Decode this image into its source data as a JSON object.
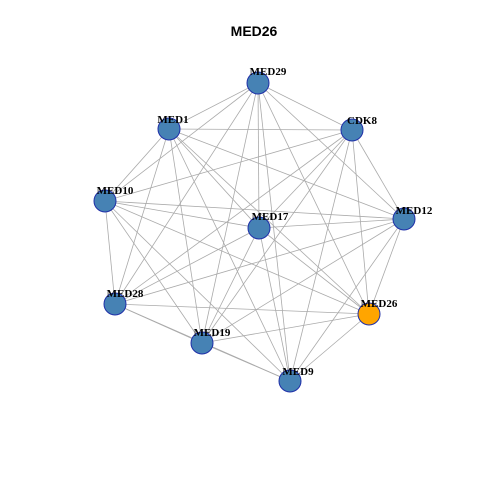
{
  "graph": {
    "title": "MED26",
    "node_color": "#4682B4",
    "node_stroke": "#1f2fa8",
    "highlight_color": "#FFA500",
    "edge_color": "#aaaaaa",
    "nodes": [
      {
        "id": "MED29",
        "label": "MED29",
        "highlight": false
      },
      {
        "id": "CDK8",
        "label": "CDK8",
        "highlight": false
      },
      {
        "id": "MED1",
        "label": "MED1",
        "highlight": false
      },
      {
        "id": "MED10",
        "label": "MED10",
        "highlight": false
      },
      {
        "id": "MED17",
        "label": "MED17",
        "highlight": false
      },
      {
        "id": "MED12",
        "label": "MED12",
        "highlight": false
      },
      {
        "id": "MED28",
        "label": "MED28",
        "highlight": false
      },
      {
        "id": "MED26",
        "label": "MED26",
        "highlight": true
      },
      {
        "id": "MED19",
        "label": "MED19",
        "highlight": false
      },
      {
        "id": "MED9",
        "label": "MED9",
        "highlight": false
      }
    ],
    "edges": [
      [
        "MED29",
        "MED1"
      ],
      [
        "MED29",
        "CDK8"
      ],
      [
        "MED29",
        "MED10"
      ],
      [
        "MED29",
        "MED17"
      ],
      [
        "MED29",
        "MED12"
      ],
      [
        "MED29",
        "MED28"
      ],
      [
        "MED29",
        "MED19"
      ],
      [
        "MED29",
        "MED9"
      ],
      [
        "MED29",
        "MED26"
      ],
      [
        "MED1",
        "CDK8"
      ],
      [
        "MED1",
        "MED10"
      ],
      [
        "MED1",
        "MED17"
      ],
      [
        "MED1",
        "MED12"
      ],
      [
        "MED1",
        "MED28"
      ],
      [
        "MED1",
        "MED19"
      ],
      [
        "MED1",
        "MED9"
      ],
      [
        "MED1",
        "MED26"
      ],
      [
        "CDK8",
        "MED10"
      ],
      [
        "CDK8",
        "MED17"
      ],
      [
        "CDK8",
        "MED12"
      ],
      [
        "CDK8",
        "MED28"
      ],
      [
        "CDK8",
        "MED19"
      ],
      [
        "CDK8",
        "MED9"
      ],
      [
        "CDK8",
        "MED26"
      ],
      [
        "MED10",
        "MED17"
      ],
      [
        "MED10",
        "MED12"
      ],
      [
        "MED10",
        "MED28"
      ],
      [
        "MED10",
        "MED19"
      ],
      [
        "MED10",
        "MED9"
      ],
      [
        "MED10",
        "MED26"
      ],
      [
        "MED17",
        "MED12"
      ],
      [
        "MED17",
        "MED28"
      ],
      [
        "MED17",
        "MED19"
      ],
      [
        "MED17",
        "MED9"
      ],
      [
        "MED17",
        "MED26"
      ],
      [
        "MED12",
        "MED28"
      ],
      [
        "MED12",
        "MED19"
      ],
      [
        "MED12",
        "MED9"
      ],
      [
        "MED12",
        "MED26"
      ],
      [
        "MED28",
        "MED19"
      ],
      [
        "MED28",
        "MED9"
      ],
      [
        "MED28",
        "MED26"
      ],
      [
        "MED19",
        "MED9"
      ],
      [
        "MED19",
        "MED26"
      ],
      [
        "MED9",
        "MED26"
      ]
    ]
  }
}
